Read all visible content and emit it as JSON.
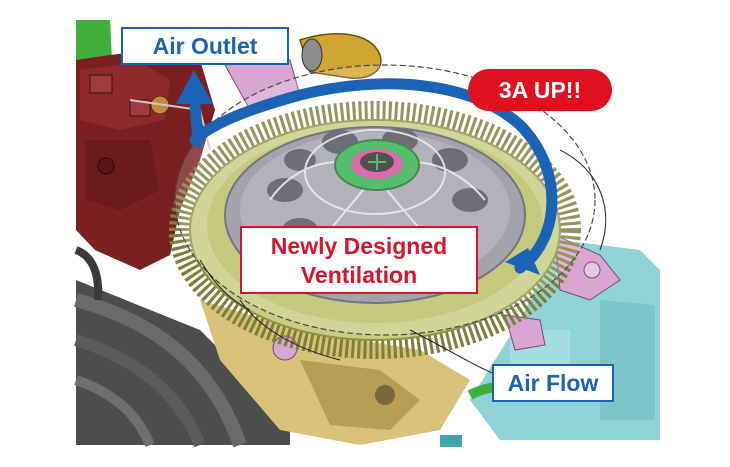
{
  "callouts": {
    "air_outlet": "Air Outlet",
    "air_flow": "Air Flow",
    "newly_designed_line1": "Newly Designed",
    "newly_designed_line2": "Ventilation",
    "badge": "3A UP!!"
  },
  "colors": {
    "flow_arrow": "#1a63b5",
    "callout_text_blue": "#1a63b5",
    "callout_text_red": "#d7142a",
    "badge_fill": "#e0101e",
    "engine_block": "#7a1f22",
    "ring_gear": "#b9bd62",
    "rotor_hub": "#2fb04a",
    "tank": "#8fd3d6",
    "bracket": "#d9a6d3"
  },
  "icons": {
    "flow": "curved-arrow",
    "rotor": "fan-rotor"
  }
}
